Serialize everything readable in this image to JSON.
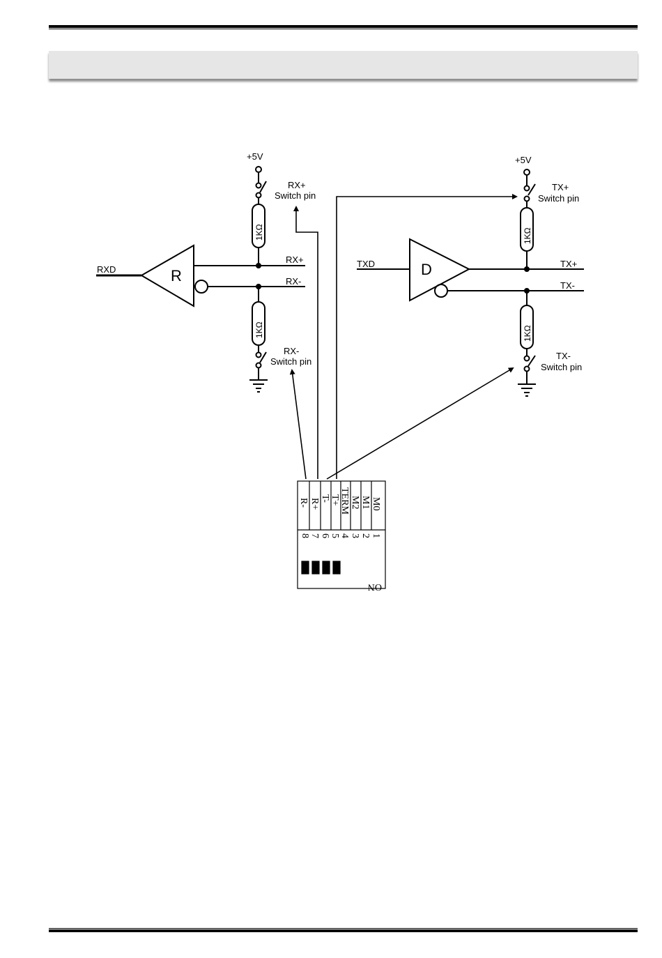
{
  "rx_side": {
    "supply": "+5V",
    "rx_plus_switch": [
      "RX+",
      "Switch pin"
    ],
    "rx_minus_switch": [
      "RX-",
      "Switch pin"
    ],
    "resistor_top": "1KΩ",
    "resistor_bottom": "1KΩ",
    "input_label": "RXD",
    "receiver_label": "R",
    "line_plus": "RX+",
    "line_minus": "RX-"
  },
  "tx_side": {
    "supply": "+5V",
    "tx_plus_switch": [
      "TX+",
      "Switch pin"
    ],
    "tx_minus_switch": [
      "TX-",
      "Switch pin"
    ],
    "resistor_top": "1KΩ",
    "resistor_bottom": "1KΩ",
    "input_label": "TXD",
    "driver_label": "D",
    "line_plus": "TX+",
    "line_minus": "TX-"
  },
  "dip_switch": {
    "labels": [
      "R-",
      "R+",
      "T-",
      "T+",
      "TERM",
      "M2",
      "M1",
      "M0"
    ],
    "numbers": [
      "8",
      "7",
      "6",
      "5",
      "4",
      "3",
      "2",
      "1"
    ],
    "on_label": "ON"
  }
}
